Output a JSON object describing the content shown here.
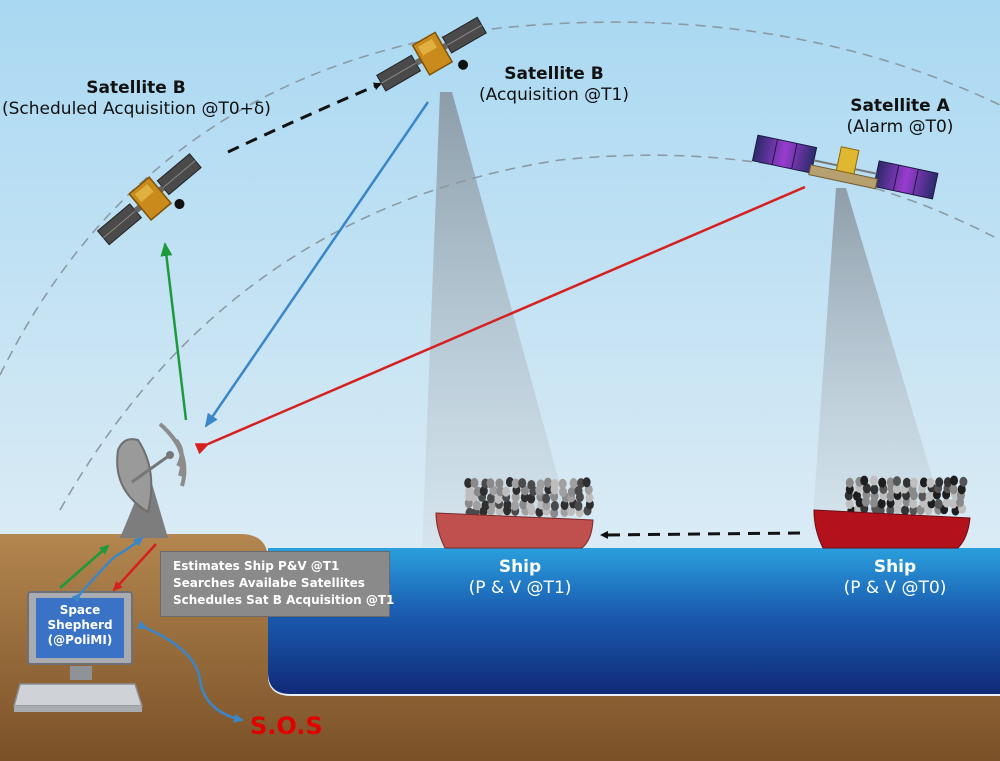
{
  "labels": {
    "sat_b_scheduled": {
      "title": "Satellite B",
      "subtitle": "(Scheduled Acquisition @T0+δ)"
    },
    "sat_b_acq": {
      "title": "Satellite B",
      "subtitle": "(Acquisition @T1)"
    },
    "sat_a": {
      "title": "Satellite A",
      "subtitle": "(Alarm @T0)"
    },
    "ship_t1": {
      "title": "Ship",
      "subtitle": "(P & V @T1)"
    },
    "ship_t0": {
      "title": "Ship",
      "subtitle": "(P & V @T0)"
    }
  },
  "infobox": {
    "line1": "Estimates Ship P&V @T1",
    "line2": "Searches Availabe Satellites",
    "line3": "Schedules Sat B Acquisition @T1"
  },
  "monitor": {
    "line1": "Space",
    "line2": "Shepherd",
    "line3": "(@PoliMI)"
  },
  "sos": "S.O.S",
  "colors": {
    "sky_top": "#a9d8f2",
    "sky_bottom": "#eef3f6",
    "sea_top": "#2a9fdc",
    "sea_bottom": "#102a78",
    "land": "#a57a4a",
    "ship_hull": "#c0504d",
    "ship_hull_dark": "#b3121c",
    "arrow_red": "#d62020",
    "arrow_blue": "#3b86c8",
    "arrow_green": "#1e9a3c",
    "sos_red": "#e00000"
  }
}
